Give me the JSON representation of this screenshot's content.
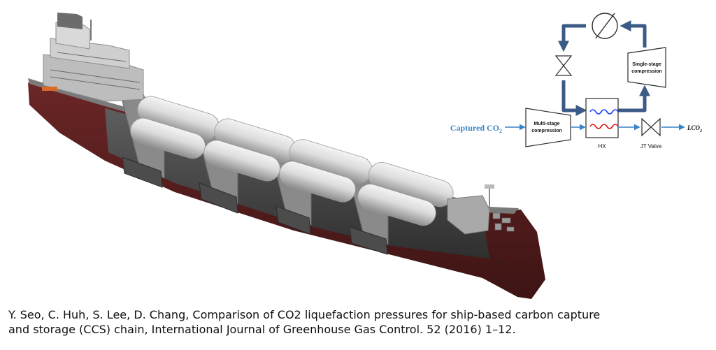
{
  "diagram": {
    "input_label_main": "Captured CO",
    "input_label_sub": "2",
    "output_label_main": "LCO",
    "output_label_sub": "2",
    "multi_stage_line1": "Multi-stage",
    "multi_stage_line2": "compression",
    "single_stage_line1": "Single-stage",
    "single_stage_line2": "compression",
    "hx_label": "HX",
    "jt_valve_label": "JT Valve"
  },
  "citation": {
    "line1": "Y. Seo, C. Huh, S. Lee, D. Chang, Comparison of CO2 liquefaction pressures for ship-based carbon capture",
    "line2": "and storage (CCS) chain, International Journal of Greenhouse Gas Control. 52 (2016) 1–12."
  },
  "colors": {
    "hull": "#5a1f1f",
    "deck": "#4a4a4a",
    "tank": "#d9d9d9",
    "flow_main": "#3c5a86",
    "flow_light": "#3a84c6",
    "hx_blue": "#1a3cff",
    "hx_red": "#e01010"
  }
}
